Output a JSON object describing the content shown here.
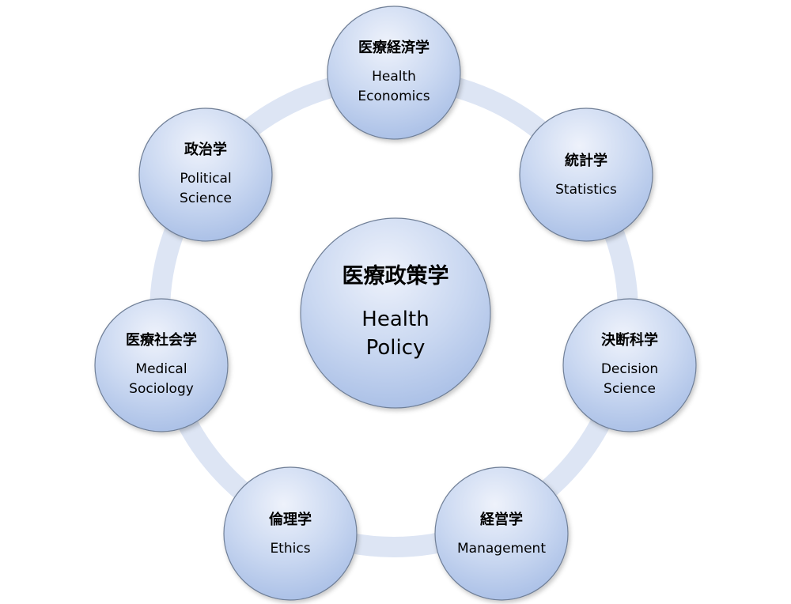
{
  "diagram": {
    "center": {
      "ja": "医療政策学",
      "en": [
        "Health",
        "Policy"
      ]
    },
    "nodes": [
      {
        "id": "health-economics",
        "ja": "医療経済学",
        "en": [
          "Health",
          "Economics"
        ]
      },
      {
        "id": "statistics",
        "ja": "統計学",
        "en": [
          "Statistics"
        ]
      },
      {
        "id": "decision-science",
        "ja": "決断科学",
        "en": [
          "Decision",
          "Science"
        ]
      },
      {
        "id": "management",
        "ja": "経営学",
        "en": [
          "Management"
        ]
      },
      {
        "id": "ethics",
        "ja": "倫理学",
        "en": [
          "Ethics"
        ]
      },
      {
        "id": "medical-sociology",
        "ja": "医療社会学",
        "en": [
          "Medical",
          "Sociology"
        ]
      },
      {
        "id": "political-science",
        "ja": "政治学",
        "en": [
          "Political",
          "Science"
        ]
      }
    ],
    "colors": {
      "ring": "#dde5f4",
      "node_fill_light": "#eef2fb",
      "node_fill_dark": "#a9bfe6",
      "node_stroke": "#6f7f97",
      "text": "#000000"
    }
  }
}
